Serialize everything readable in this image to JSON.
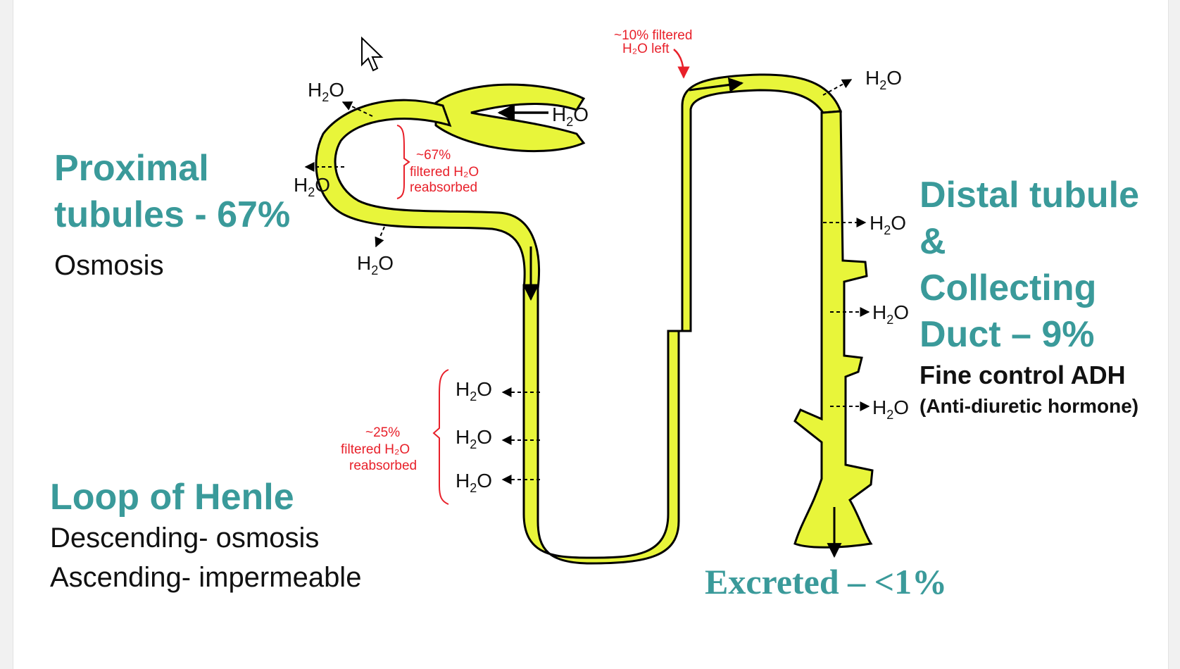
{
  "labels": {
    "proximal_title_line1": "Proximal",
    "proximal_title_line2": "tubules - 67%",
    "proximal_sub": "Osmosis",
    "loop_title": "Loop of Henle",
    "loop_sub1": "Descending- osmosis",
    "loop_sub2": "Ascending- impermeable",
    "distal_line1": "Distal tubule",
    "distal_line2": "&",
    "distal_line3": "Collecting",
    "distal_line4": "Duct – 9%",
    "distal_sub1": "Fine control ADH",
    "distal_sub2": "(Anti-diuretic hormone)",
    "excreted": "Excreted – <1%"
  },
  "annotations": {
    "note_10_line1": "~10% filtered",
    "note_10_line2": "H₂O left",
    "note_67_line1": "~67%",
    "note_67_line2": "filtered H₂O",
    "note_67_line3": "reabsorbed",
    "note_25_line1": "~25%",
    "note_25_line2": "filtered H₂O",
    "note_25_line3": "reabsorbed"
  },
  "water": {
    "symbol": "H",
    "subscript": "2",
    "suffix": "O"
  },
  "colors": {
    "tubule_fill": "#e8f53a",
    "tubule_outline": "#000000",
    "heading": "#3a9a9a",
    "annotation_red": "#e8202a"
  },
  "icons": {
    "cursor": "mouse-pointer-icon"
  }
}
